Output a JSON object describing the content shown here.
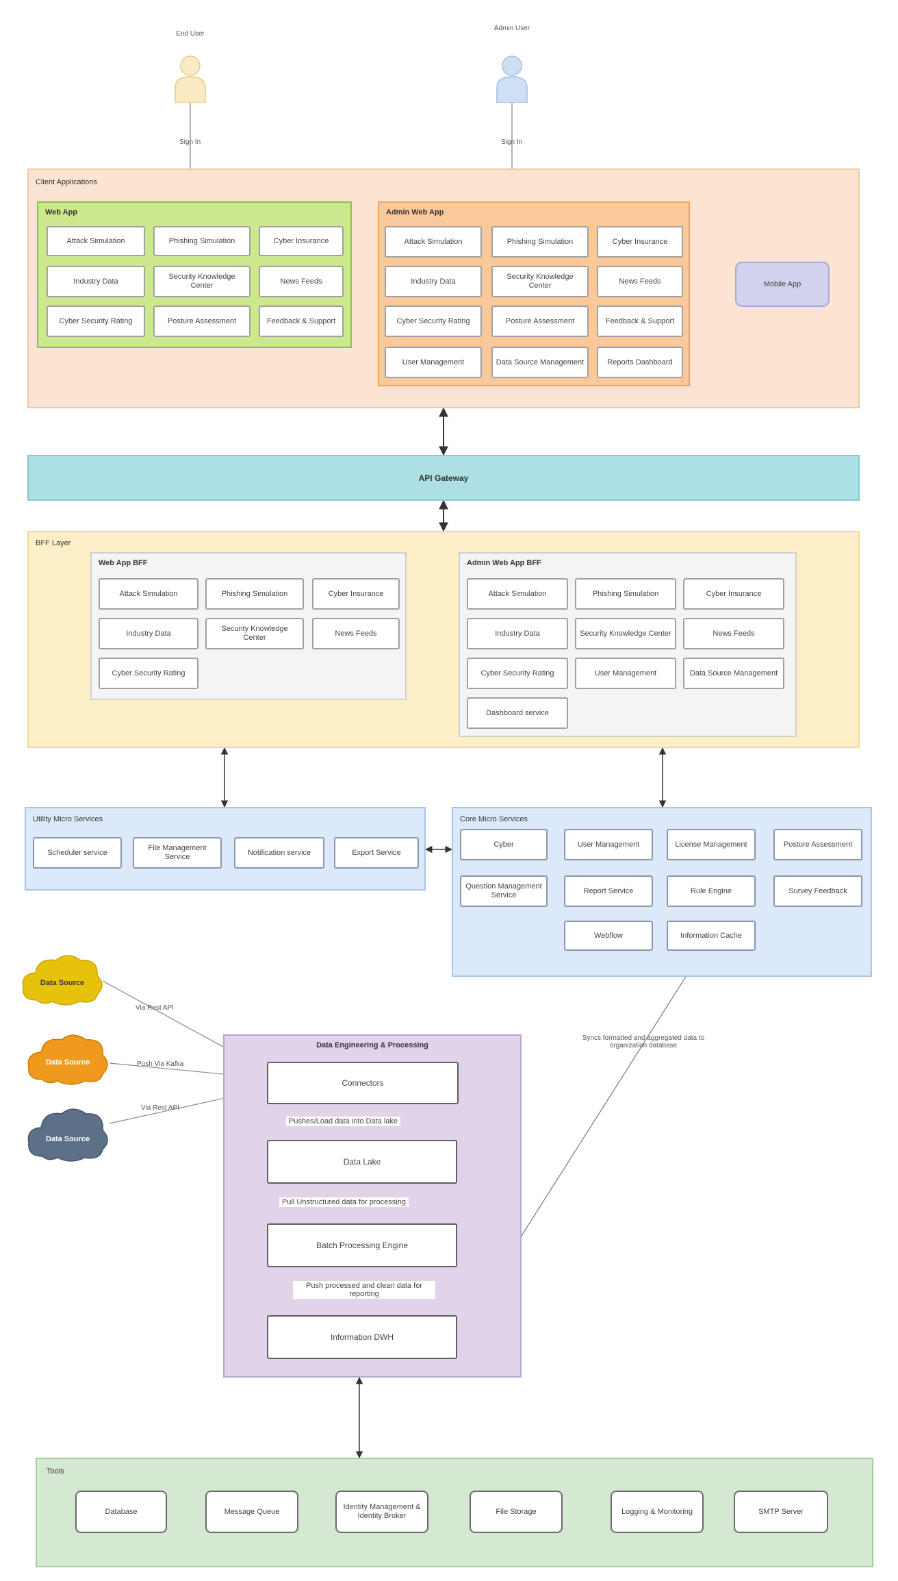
{
  "colors": {
    "client_bg": "#fbe5d2",
    "client_border": "#f2c89e",
    "web_app_bg": "#cde88c",
    "web_app_border": "#8ec24c",
    "admin_app_bg": "#fbc89a",
    "admin_app_border": "#eda260",
    "mobile_bg": "#d2d2ee",
    "mobile_border": "#a8a8d8",
    "gateway_bg": "#ade0e4",
    "gateway_border": "#83cbd1",
    "bff_bg": "#fdf0c8",
    "bff_border": "#f4d990",
    "bff_inner_bg": "#f4f4f4",
    "bff_inner_border": "#cfcfcf",
    "micro_bg": "#dce9fb",
    "micro_border": "#a8c4e6",
    "de_bg": "#e0d3ea",
    "de_border": "#bba4d2",
    "tools_bg": "#d5e8d2",
    "tools_border": "#a4cc9c",
    "cloud_yellow": "#e7c20d",
    "cloud_orange": "#ef9a1c",
    "cloud_slate": "#5c7088",
    "actor_end_user": "#fcebc2",
    "actor_admin": "#cfe0f4"
  },
  "actors": {
    "end_user": "End User",
    "admin": "Admin User",
    "sign_in": "Sign In"
  },
  "client_apps": {
    "title": "Client Applications",
    "web_app": {
      "title": "Web App",
      "items": [
        "Attack Simulation",
        "Phishing Simulation",
        "Cyber Insurance",
        "Industry Data",
        "Security Knowledge Center",
        "News Feeds",
        "Cyber Security Rating",
        "Posture Assessment",
        "Feedback & Support"
      ]
    },
    "admin_app": {
      "title": "Admin Web App",
      "items": [
        "Attack Simulation",
        "Phishing Simulation",
        "Cyber Insurance",
        "Industry Data",
        "Security Knowledge Center",
        "News Feeds",
        "Cyber Security Rating",
        "Posture Assessment",
        "Feedback & Support",
        "User Management",
        "Data Source Management",
        "Reports Dashboard"
      ]
    },
    "mobile_app": "Mobile App"
  },
  "gateway": {
    "label": "API Gateway"
  },
  "bff": {
    "title": "BFF Layer",
    "web": {
      "title": "Web App BFF",
      "items": [
        "Attack Simulation",
        "Phishing Simulation",
        "Cyber Insurance",
        "Industry Data",
        "Security Knowledge Center",
        "News Feeds",
        "Cyber Security Rating"
      ]
    },
    "admin": {
      "title": "Admin Web App BFF",
      "items": [
        "Attack Simulation",
        "Phishing Simulation",
        "Cyber Insurance",
        "Industry Data",
        "Security Knowledge Center",
        "News Feeds",
        "Cyber Security Rating",
        "User Management",
        "Data Source Management",
        "Dashboard service"
      ]
    }
  },
  "utility": {
    "title": "Utility Micro Services",
    "items": [
      "Scheduler service",
      "File Management Service",
      "Notification service",
      "Export Service"
    ]
  },
  "core": {
    "title": "Core Micro Services",
    "items": [
      "Cyber",
      "User Management",
      "License Management",
      "Posture Assessment",
      "Question Management Service",
      "Report Service",
      "Rule Engine",
      "Survey Feedback",
      "Webflow",
      "Information Cache"
    ]
  },
  "data_sources": {
    "label": "Data Source",
    "edges": [
      "Via Rest API",
      "Push Via Kafka",
      "Via Rest API"
    ]
  },
  "data_engineering": {
    "title": "Data Engineering & Processing",
    "stages": [
      "Connectors",
      "Data Lake",
      "Batch Processing Engine",
      "Information DWH"
    ],
    "flows": [
      "Pushes/Load data into Data lake",
      "Pull Unstructured data for processing",
      "Push processed and clean data for reporting"
    ],
    "sync_note": "Syncs formatted and aggregated data to organization database"
  },
  "tools": {
    "title": "Tools",
    "items": [
      "Database",
      "Message Queue",
      "Identity Management & Identity Broker",
      "File Storage",
      "Logging & Monitoring",
      "SMTP Server"
    ]
  }
}
